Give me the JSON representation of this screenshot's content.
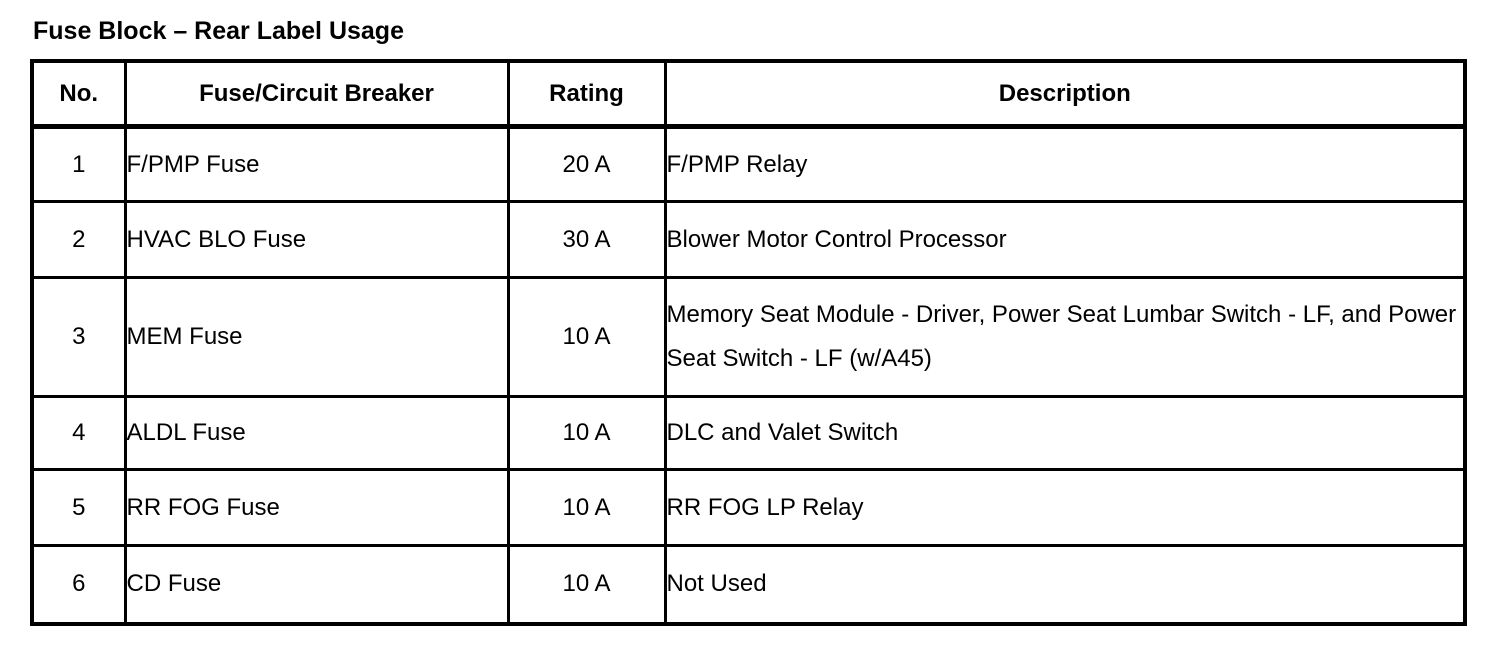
{
  "page": {
    "title": "Fuse Block – Rear Label Usage"
  },
  "table": {
    "headers": {
      "no": "No.",
      "fuse": "Fuse/Circuit Breaker",
      "rating": "Rating",
      "description": "Description"
    },
    "rows": [
      {
        "no": "1",
        "fuse": "F/PMP Fuse",
        "rating": "20 A",
        "description": "F/PMP Relay"
      },
      {
        "no": "2",
        "fuse": "HVAC BLO Fuse",
        "rating": "30 A",
        "description": "Blower Motor Control Processor"
      },
      {
        "no": "3",
        "fuse": "MEM Fuse",
        "rating": "10 A",
        "description": "Memory Seat Module - Driver, Power Seat Lumbar Switch - LF, and Power Seat Switch - LF (w/A45)"
      },
      {
        "no": "4",
        "fuse": "ALDL Fuse",
        "rating": "10 A",
        "description": "DLC and Valet Switch"
      },
      {
        "no": "5",
        "fuse": "RR FOG Fuse",
        "rating": "10 A",
        "description": "RR FOG LP Relay"
      },
      {
        "no": "6",
        "fuse": "CD Fuse",
        "rating": "10 A",
        "description": "Not Used"
      }
    ]
  },
  "colors": {
    "text": "#000000",
    "border": "#000000",
    "page_background": "#ffffff"
  }
}
